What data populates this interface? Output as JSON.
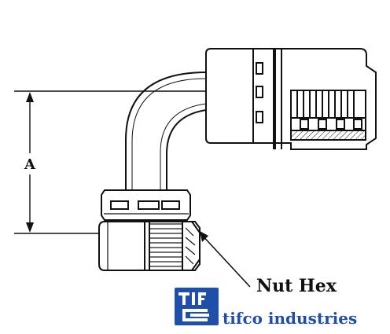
{
  "diagram": {
    "dimension_label": "A",
    "callout_label": "Nut Hex"
  },
  "logo": {
    "monogram": "TIFCO",
    "company_name": "tifco industries",
    "color": "#1f4fa8"
  },
  "colors": {
    "line": "#111111",
    "background": "#ffffff"
  }
}
